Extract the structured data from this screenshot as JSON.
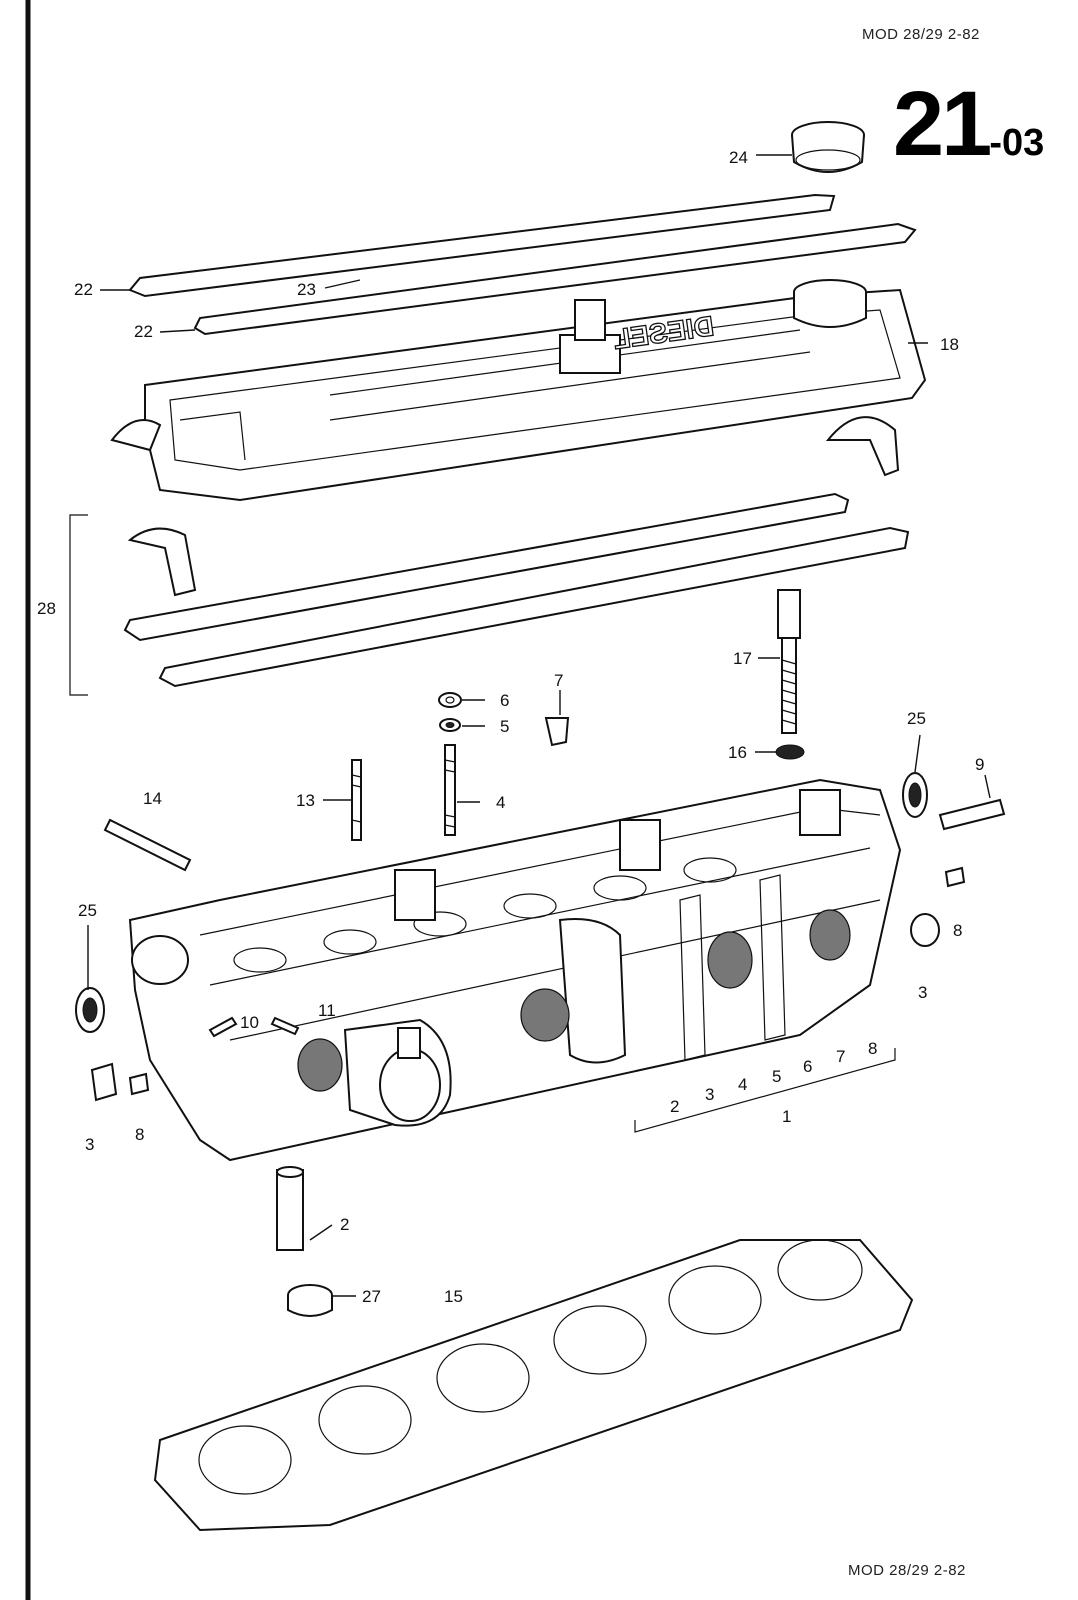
{
  "header": {
    "model_code_top": "MOD 28/29 2-82",
    "model_code_bottom": "MOD 28/29 2-82"
  },
  "page_number": {
    "main": "21",
    "suffix": "-03"
  },
  "callouts": {
    "c24": "24",
    "c22a": "22",
    "c23": "23",
    "c22b": "22",
    "c18": "18",
    "c28": "28",
    "c17": "17",
    "c7": "7",
    "c6": "6",
    "c5": "5",
    "c16": "16",
    "c25a": "25",
    "c9": "9",
    "c14": "14",
    "c13": "13",
    "c4": "4",
    "c25b": "25",
    "c8a": "8",
    "c3a": "3",
    "c11": "11",
    "c10": "10",
    "c3b": "3",
    "c8b": "8",
    "s2": "2",
    "s3": "3",
    "s4": "4",
    "s5": "5",
    "s6": "6",
    "s7": "7",
    "s8": "8",
    "c1": "1",
    "c2": "2",
    "c27": "27",
    "c15": "15"
  },
  "cover_emboss": "DIESEL"
}
